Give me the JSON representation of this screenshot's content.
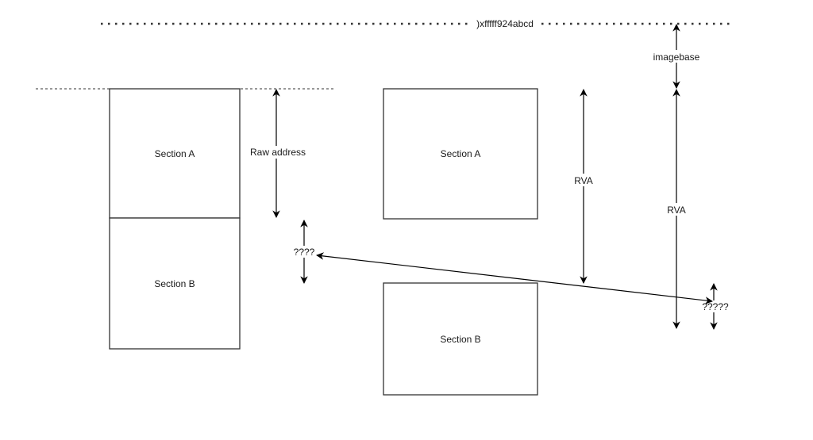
{
  "diagram": {
    "top_address_label": ")xfffff924abcd",
    "file_layout": {
      "section_a": "Section A",
      "section_b": "Section B",
      "raw_address_label": "Raw address",
      "unknown_label": "????"
    },
    "memory_layout": {
      "section_a": "Section A",
      "section_b": "Section B",
      "rva_label_inner": "RVA",
      "rva_label_outer": "RVA",
      "imagebase_label": "imagebase",
      "unknown_label": "?????"
    },
    "colors": {
      "stroke": "#000000",
      "box_stroke": "#333333",
      "dotted": "#333333",
      "background": "#ffffff"
    }
  }
}
